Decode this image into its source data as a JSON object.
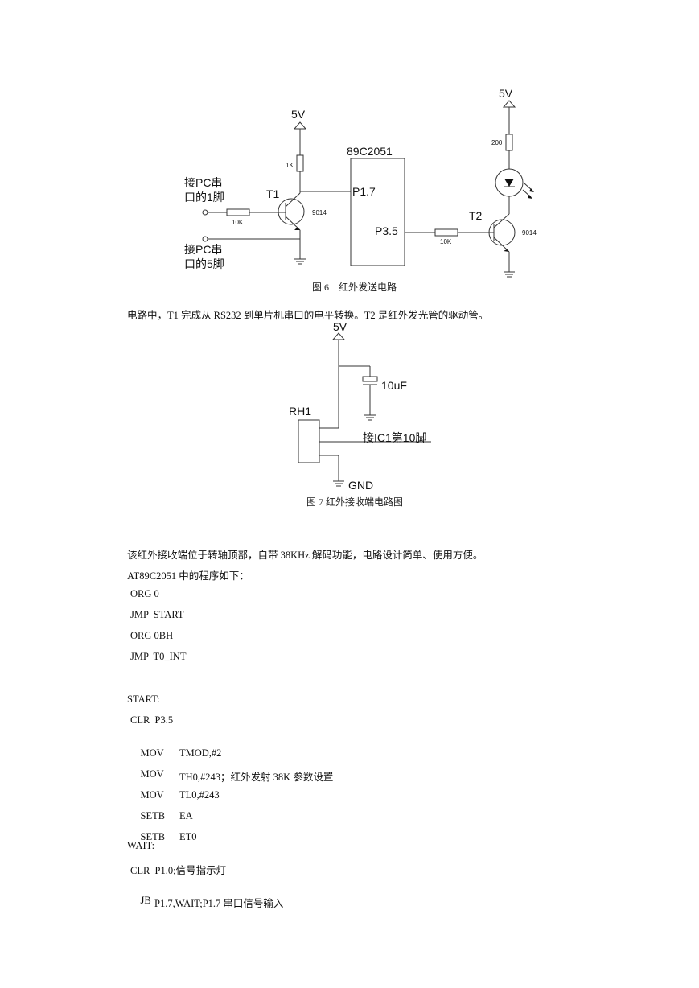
{
  "fig6": {
    "v5_left": "5V",
    "v5_right": "5V",
    "r_1k": "1K",
    "chip": "89C2051",
    "p17": "P1.7",
    "p35": "P3.5",
    "t1": "T1",
    "t2": "T2",
    "t1_model": "9014",
    "t2_model": "9014",
    "r_10k_left": "10K",
    "r_10k_right": "10K",
    "r_200": "200",
    "pc_pin1_line1": "接PC串",
    "pc_pin1_line2": "口的1脚",
    "pc_pin5_line1": "接PC串",
    "pc_pin5_line2": "口的5脚",
    "caption": "图 6　红外发送电路"
  },
  "para1": "电路中，T1 完成从 RS232 到单片机串口的电平转换。T2 是红外发光管的驱动管。",
  "fig7": {
    "v5": "5V",
    "cap": "10uF",
    "rh1": "RH1",
    "pin": "接IC1第10脚",
    "gnd": "GND",
    "caption": "图 7  红外接收端电路图"
  },
  "para2": "该红外接收端位于转轴顶部，自带 38KHz 解码功能，电路设计简单、使用方便。",
  "para3": "AT89C2051 中的程序如下：",
  "code": {
    "l1": "ORG 0",
    "l2": "JMP  START",
    "l3": "ORG 0BH",
    "l4": "JMP  T0_INT",
    "l5": "START:",
    "l6": "CLR  P3.5",
    "l7_op": "MOV",
    "l7_arg": "TMOD,#2",
    "l8_op": "MOV",
    "l8_arg": "TH0,#243；红外发射 38K 参数设置",
    "l9_op": "MOV",
    "l9_arg": "TL0,#243",
    "l10_op": "SETB",
    "l10_arg": "EA",
    "l11_op": "SETB",
    "l11_arg": "ET0",
    "l12": "WAIT:",
    "l13": "CLR  P1.0;信号指示灯",
    "l14_op": "JB",
    "l14_arg": "P1.7,WAIT;P1.7 串口信号输入"
  }
}
